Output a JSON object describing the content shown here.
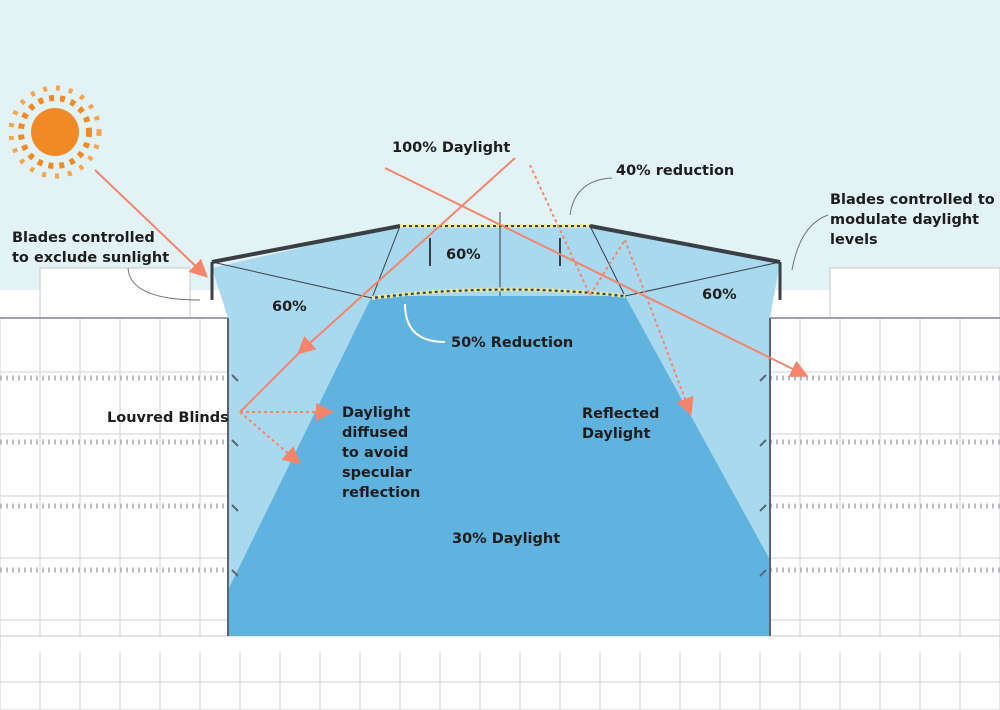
{
  "labels": {
    "daylight_100": "100% Daylight",
    "reduction_40": "40% reduction",
    "blades_modulate": "Blades controlled to\nmodulate daylight\nlevels",
    "blades_exclude": "Blades controlled\nto exclude sunlight",
    "pct_60_center": "60%",
    "pct_60_left": "60%",
    "pct_60_right": "60%",
    "reduction_50": "50% Reduction",
    "louvred_blinds": "Louvred Blinds",
    "daylight_diffused": "Daylight\ndiffused\nto avoid\nspecular\nreflection",
    "reflected_daylight": "Reflected\nDaylight",
    "daylight_30": "30% Daylight"
  },
  "colors": {
    "sky": "#e3f2f5",
    "atrium_light": "#a9d9ef",
    "atrium_beam": "#60b2df",
    "sun": "#f08a24",
    "ray": "#f4856b",
    "building_line": "#b9bcc2",
    "blind_dots": "#f2e88a"
  },
  "icons": {
    "sun": "sun-icon"
  }
}
